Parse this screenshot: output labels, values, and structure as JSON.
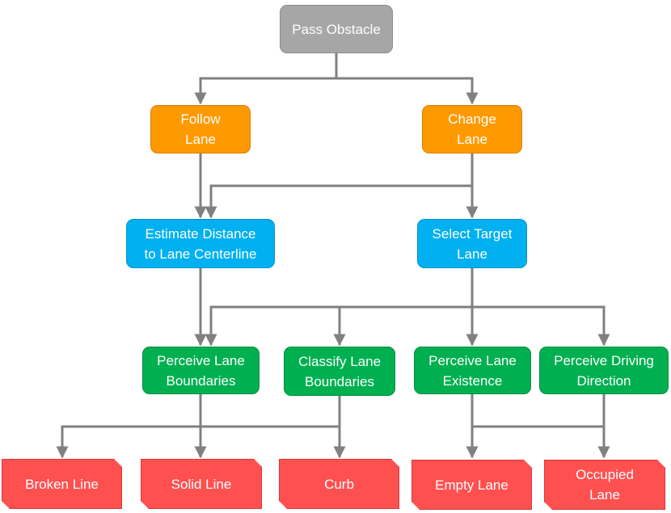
{
  "nodes": {
    "pass_obstacle": "Pass Obstacle",
    "follow_lane": "Follow\nLane",
    "change_lane": "Change\nLane",
    "estimate_distance": "Estimate Distance\nto Lane Centerline",
    "select_target": "Select Target\nLane",
    "perceive_boundaries": "Perceive Lane\nBoundaries",
    "classify_boundaries": "Classify Lane\nBoundaries",
    "perceive_existence": "Perceive Lane\nExistence",
    "perceive_direction": "Perceive Driving\nDirection",
    "broken_line": "Broken Line",
    "solid_line": "Solid Line",
    "curb": "Curb",
    "empty_lane": "Empty Lane",
    "occupied_lane": "Occupied\nLane"
  },
  "colors": {
    "root": "#a6a6a6",
    "level1": "#ff9900",
    "level2": "#00b0f0",
    "level3": "#00b050",
    "leaf": "#ff5050",
    "connector": "#808080"
  }
}
